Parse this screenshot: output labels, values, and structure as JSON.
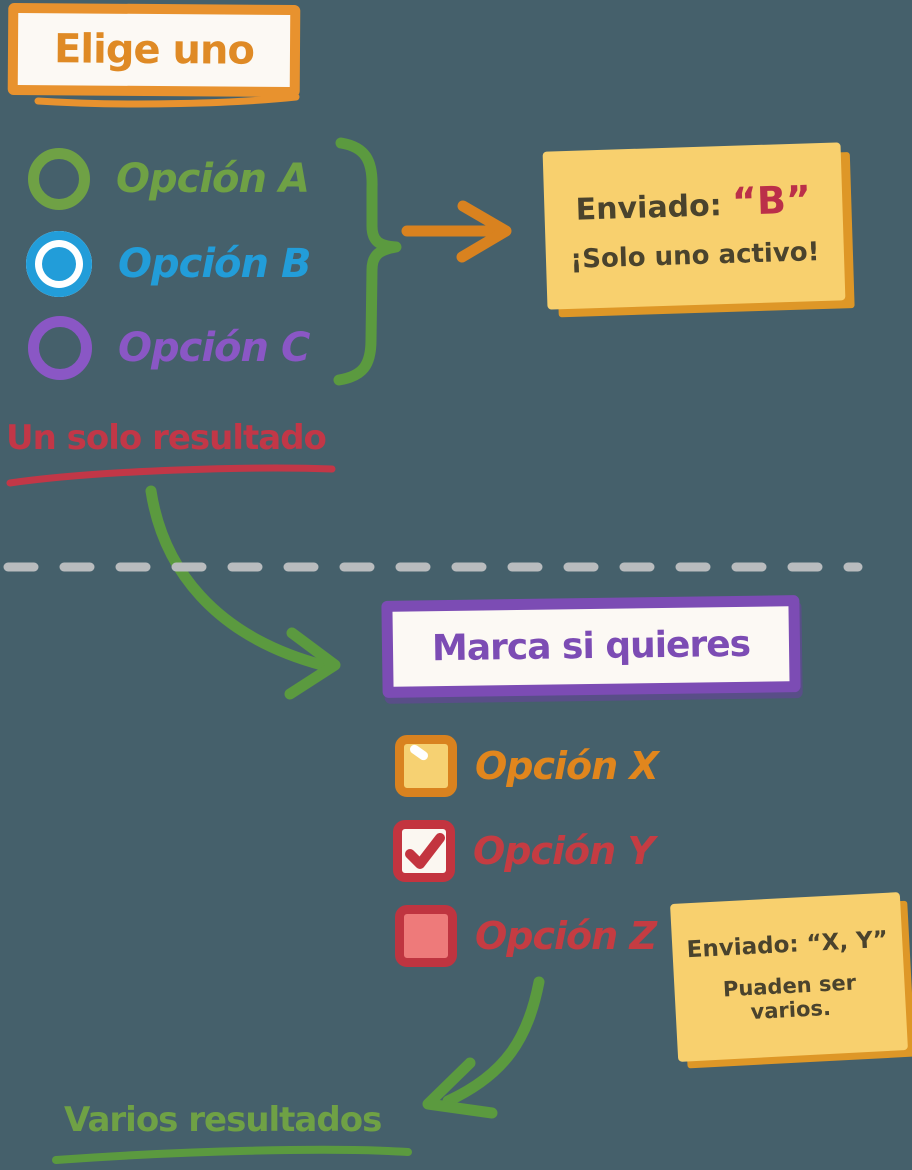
{
  "single_choice": {
    "title": "Elige uno",
    "control_type": "radio-group",
    "options": [
      {
        "label": "Opción A",
        "state": "unselected",
        "color": "#6fa145"
      },
      {
        "label": "Opción B",
        "state": "selected",
        "color": "#229dd9"
      },
      {
        "label": "Opción C",
        "state": "unselected",
        "color": "#8a57c5"
      }
    ],
    "note": {
      "label": "Enviado:",
      "value": "“B”",
      "detail": "¡Solo uno activo!"
    },
    "caption": "Un solo resultado"
  },
  "multi_choice": {
    "title": "Marca si quieres",
    "control_type": "checkbox-group",
    "options": [
      {
        "label": "Opción X",
        "state": "highlighted",
        "color": "#e1861d"
      },
      {
        "label": "Opción Y",
        "state": "checked",
        "color": "#c53c42"
      },
      {
        "label": "Opción Z",
        "state": "filled",
        "color": "#c53c42"
      }
    ],
    "note": {
      "line1": "Enviado: “X, Y”",
      "line2": "Puaden ser varios."
    },
    "caption": "Varios resultados"
  },
  "colors": {
    "background": "#45606b",
    "orange": "#e8922e",
    "green": "#5b9a3f",
    "blue": "#229dd9",
    "purple": "#7c4cb4",
    "red": "#c23747",
    "note_background": "#f8d06e",
    "note_shadow": "#de9727",
    "note_text": "#4a432d",
    "note_accent": "#bb2f49",
    "divider_gray": "#b9bcbe"
  }
}
